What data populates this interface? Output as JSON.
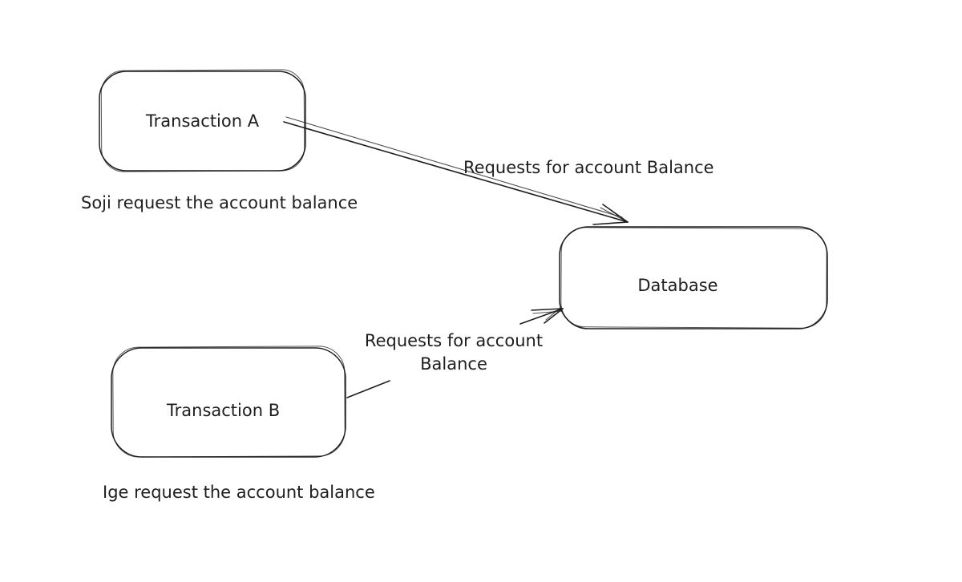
{
  "diagram": {
    "colors": {
      "background": "#ffffff",
      "stroke": "#1e1e1e"
    },
    "nodes": [
      {
        "id": "transaction-a",
        "label": "Transaction A"
      },
      {
        "id": "database",
        "label": "Database"
      },
      {
        "id": "transaction-b",
        "label": "Transaction B"
      }
    ],
    "captions": [
      {
        "id": "caption-transaction-a",
        "text": "Soji request the account balance"
      },
      {
        "id": "caption-transaction-b",
        "text": "Ige request the account balance"
      }
    ],
    "arrows": [
      {
        "id": "arrow-a-to-db",
        "from": "transaction-a",
        "to": "database",
        "label": "Requests for account Balance"
      },
      {
        "id": "arrow-b-to-db",
        "from": "transaction-b",
        "to": "database",
        "label": "Requests for account Balance"
      }
    ]
  }
}
